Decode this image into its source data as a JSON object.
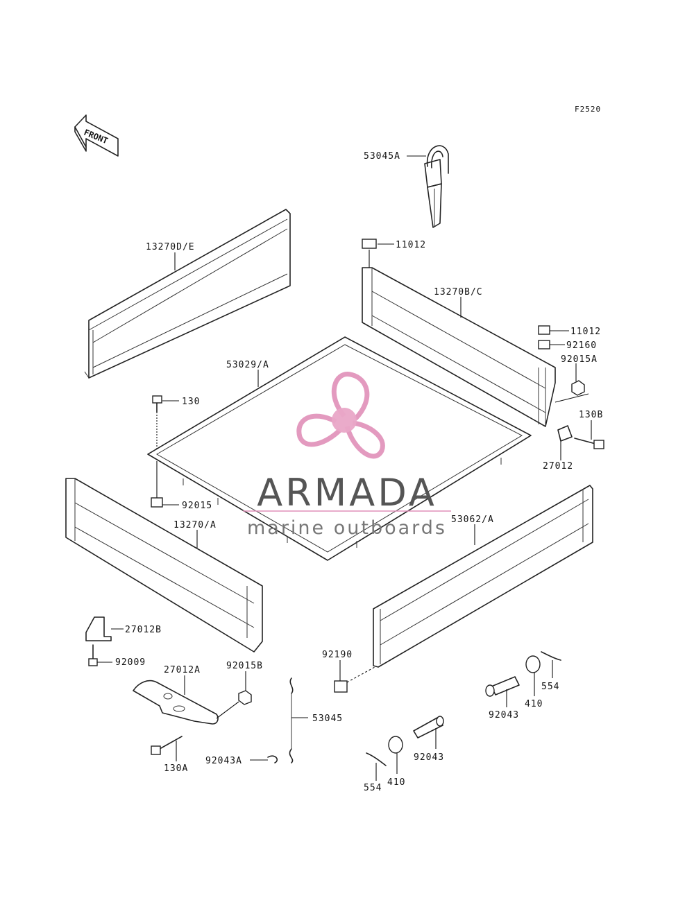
{
  "diagram": {
    "code": "F2520",
    "front_label": "FRONT",
    "watermark": {
      "brand": "ARMADA",
      "tagline": "marine outboards",
      "accent_color": "#e08fb8"
    },
    "labels": [
      {
        "id": "53045A",
        "text": "53045A"
      },
      {
        "id": "13270DE",
        "text": "13270D/E"
      },
      {
        "id": "11012_top",
        "text": "11012"
      },
      {
        "id": "13270BC",
        "text": "13270B/C"
      },
      {
        "id": "11012_right",
        "text": "11012"
      },
      {
        "id": "92160",
        "text": "92160"
      },
      {
        "id": "92015A",
        "text": "92015A"
      },
      {
        "id": "53029A",
        "text": "53029/A"
      },
      {
        "id": "130",
        "text": "130"
      },
      {
        "id": "130B",
        "text": "130B"
      },
      {
        "id": "27012",
        "text": "27012"
      },
      {
        "id": "92015",
        "text": "92015"
      },
      {
        "id": "13270A",
        "text": "13270/A"
      },
      {
        "id": "53062A",
        "text": "53062/A"
      },
      {
        "id": "27012B",
        "text": "27012B"
      },
      {
        "id": "92009",
        "text": "92009"
      },
      {
        "id": "27012A",
        "text": "27012A"
      },
      {
        "id": "92015B",
        "text": "92015B"
      },
      {
        "id": "92190",
        "text": "92190"
      },
      {
        "id": "554_right",
        "text": "554"
      },
      {
        "id": "410_right",
        "text": "410"
      },
      {
        "id": "92043_right",
        "text": "92043"
      },
      {
        "id": "53045",
        "text": "53045"
      },
      {
        "id": "92043_mid",
        "text": "92043"
      },
      {
        "id": "92043A",
        "text": "92043A"
      },
      {
        "id": "130A",
        "text": "130A"
      },
      {
        "id": "554_bottom",
        "text": "554"
      },
      {
        "id": "410_bottom",
        "text": "410"
      }
    ]
  }
}
